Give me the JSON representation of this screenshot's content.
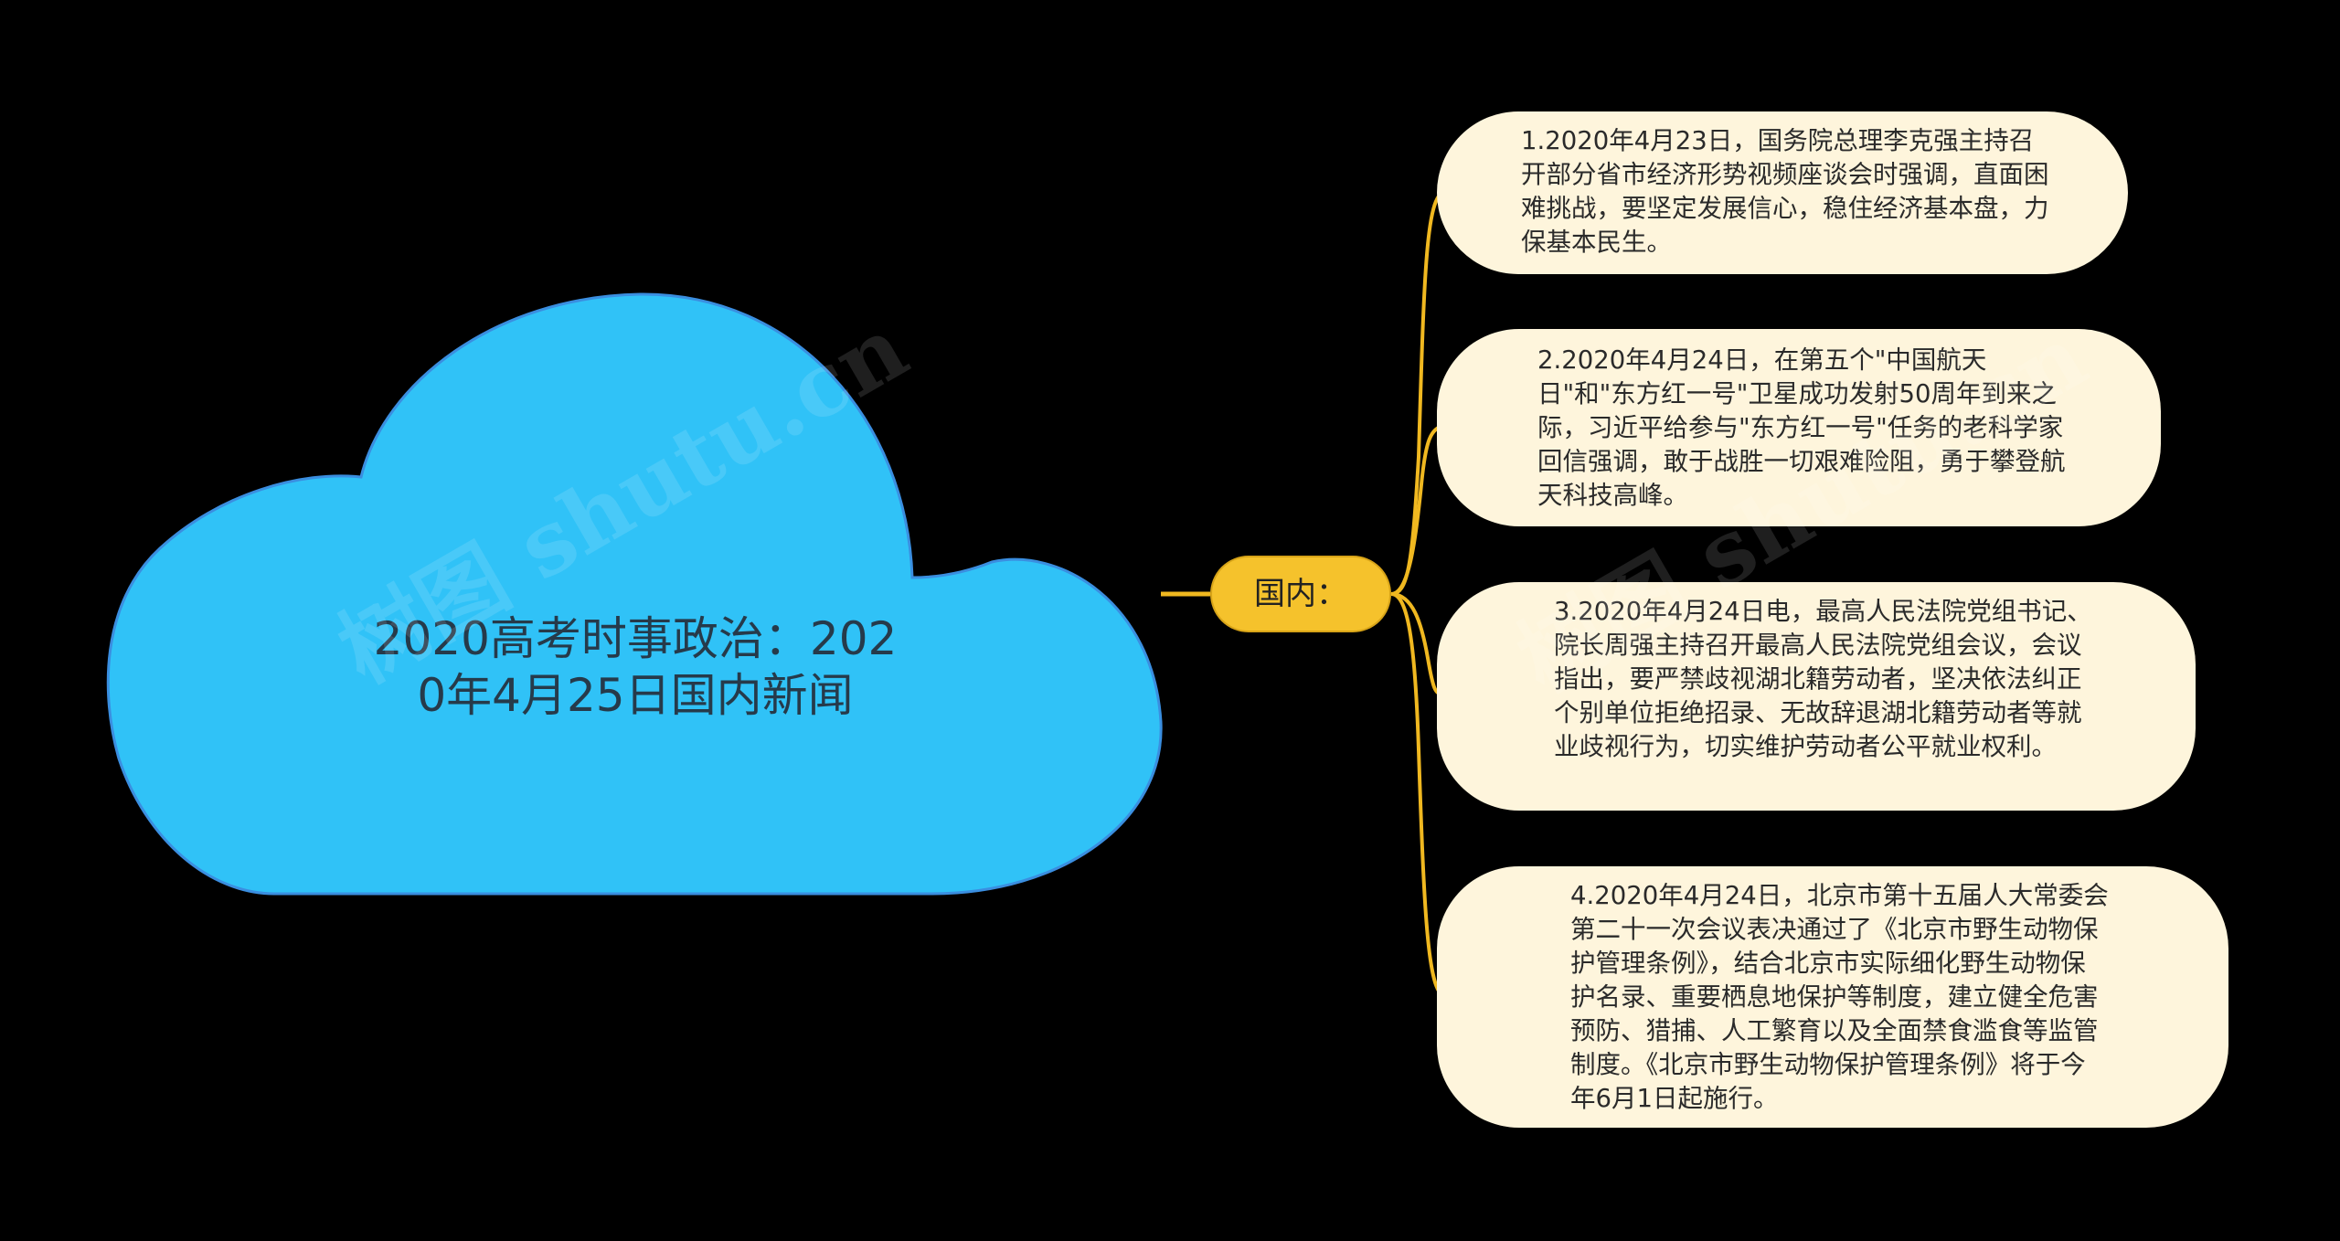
{
  "root": {
    "title": "2020高考时事政治：2020年4月25日国内新闻",
    "fill": "#30c2f7",
    "stroke": "#3a8ee0"
  },
  "branch": {
    "label": "国内：",
    "fill": "#f5c22c",
    "connector_color": "#f0b820"
  },
  "leaves": [
    {
      "text": "1.2020年4月23日，国务院总理李克强主持召开部分省市经济形势视频座谈会时强调，直面困难挑战，要坚定发展信心，稳住经济基本盘，力保基本民生。"
    },
    {
      "text": "2.2020年4月24日，在第五个\"中国航天日\"和\"东方红一号\"卫星成功发射50周年到来之际，习近平给参与\"东方红一号\"任务的老科学家回信强调，敢于战胜一切艰难险阻，勇于攀登航天科技高峰。"
    },
    {
      "text": "3.2020年4月24日电，最高人民法院党组书记、院长周强主持召开最高人民法院党组会议，会议指出，要严禁歧视湖北籍劳动者，坚决依法纠正个别单位拒绝招录、无故辞退湖北籍劳动者等就业歧视行为，切实维护劳动者公平就业权利。"
    },
    {
      "text": "4.2020年4月24日，北京市第十五届人大常委会第二十一次会议表决通过了《北京市野生动物保护管理条例》，结合北京市实际细化野生动物保护名录、重要栖息地保护等制度，建立健全危害预防、猎捕、人工繁育以及全面禁食滥食等监管制度。《北京市野生动物保护管理条例》将于今年6月1日起施行。"
    }
  ],
  "leaf_fill": "#fef5dc",
  "watermarks": [
    "树图 shutu.cn",
    "树图 shutu.cn"
  ]
}
